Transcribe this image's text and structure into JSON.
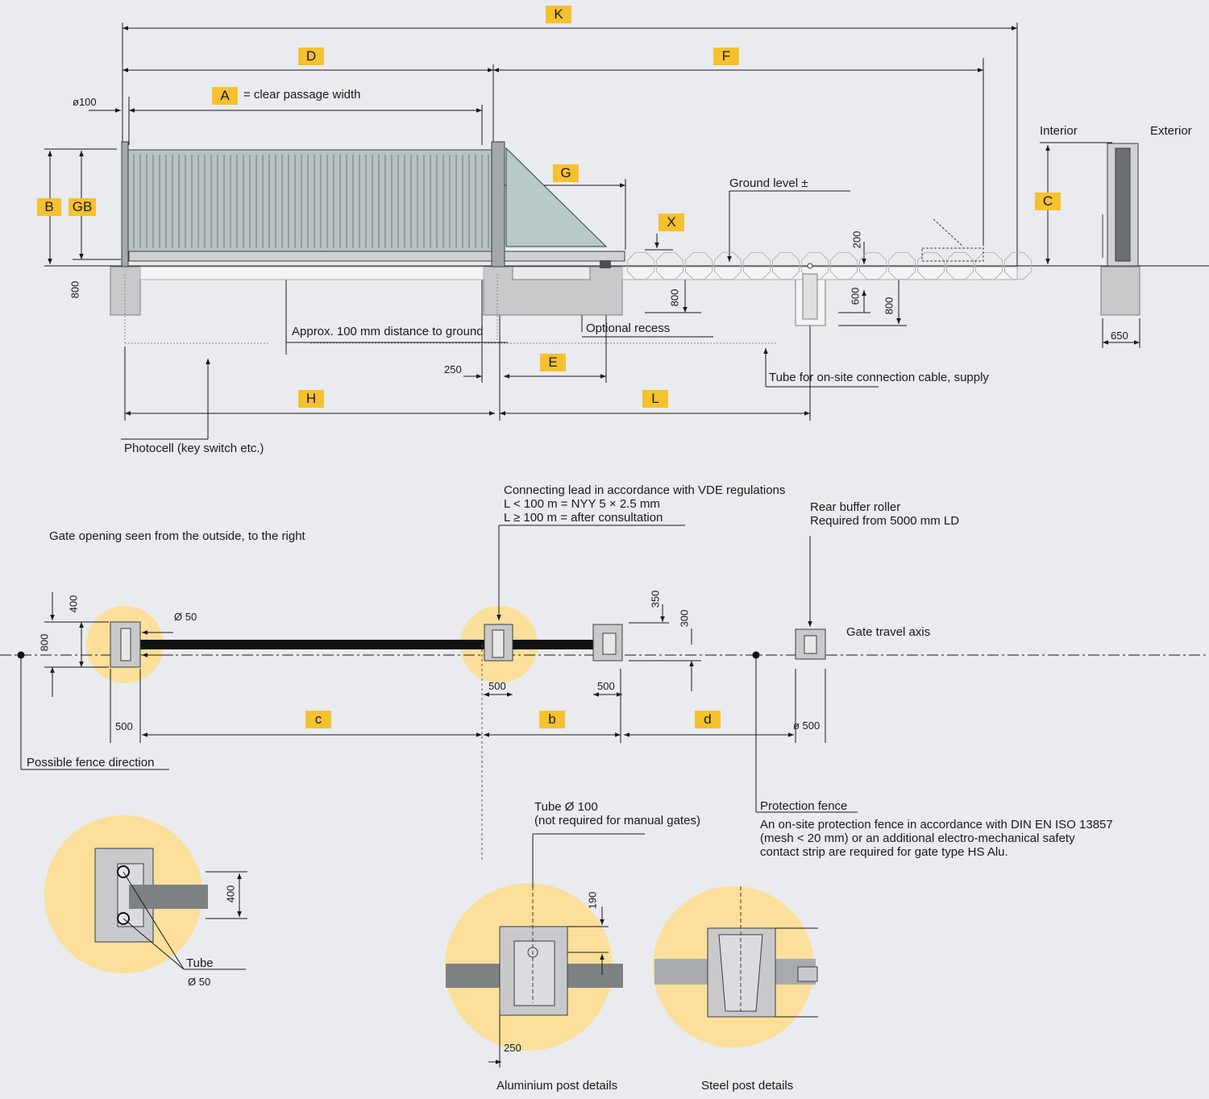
{
  "tags": {
    "K": "K",
    "D": "D",
    "F": "F",
    "A": "A",
    "G": "G",
    "B": "B",
    "GB": "GB",
    "C": "C",
    "X": "X",
    "E": "E",
    "H": "H",
    "L": "L",
    "c": "c",
    "b": "b",
    "d": "d"
  },
  "top": {
    "clear_passage": "= clear passage width",
    "dia100": "ø100",
    "interior": "Interior",
    "exterior": "Exterior",
    "ground_level": "Ground level ±",
    "d800_left": "800",
    "d800_mid": "800",
    "d800_right": "800",
    "d200": "200",
    "d600": "600",
    "d650": "650",
    "d250": "250",
    "approx_ground": "Approx. 100 mm distance to ground",
    "optional_recess": "Optional recess",
    "tube_cable": "Tube for on-site connection cable, supply",
    "photocell": "Photocell (key switch etc.)"
  },
  "plan": {
    "gate_opening": "Gate opening seen from the outside, to the right",
    "lead_line1": "Connecting lead in accordance with VDE regulations",
    "lead_line2": "L < 100 m = NYY 5 × 2.5 mm",
    "lead_line3": "L ≥ 100 m = after consultation",
    "rear_line1": "Rear buffer roller",
    "rear_line2": "Required from 5000 mm LD",
    "gate_axis": "Gate travel axis",
    "d400": "400",
    "d800": "800",
    "dia50": "Ø 50",
    "d350": "350",
    "d300": "300",
    "d500_a": "500",
    "d500_b": "500",
    "d500_c": "500",
    "dia500": "ø 500",
    "fence_dir": "Possible fence direction",
    "protection_fence": "Protection fence",
    "prot_line1": "An on-site protection fence in accordance with DIN EN ISO 13857",
    "prot_line2": "(mesh < 20 mm) or an additional electro-mechanical safety",
    "prot_line3": "contact strip are required for gate type HS Alu."
  },
  "details": {
    "tube100_line1": "Tube Ø 100",
    "tube100_line2": "(not required for manual gates)",
    "d400": "400",
    "tube": "Tube",
    "tube_dia": "Ø 50",
    "d190": "190",
    "d250": "250",
    "alu_caption": "Aluminium post details",
    "steel_caption": "Steel post details"
  },
  "colors": {
    "tag": "#f5c12e",
    "circle": "#fbdf9a",
    "concrete": "#c8c9cb",
    "line": "#1a1a1a",
    "gate": "#b9c2c4"
  }
}
